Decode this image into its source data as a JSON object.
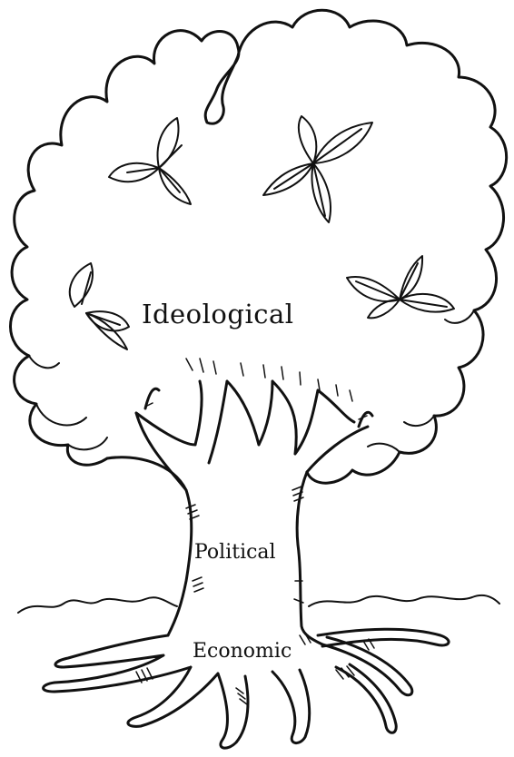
{
  "diagram": {
    "labels": {
      "ideological": "Ideological",
      "political": "Political",
      "economic": "Economic"
    },
    "colors": {
      "ink": "#111111",
      "background": "#ffffff"
    }
  }
}
